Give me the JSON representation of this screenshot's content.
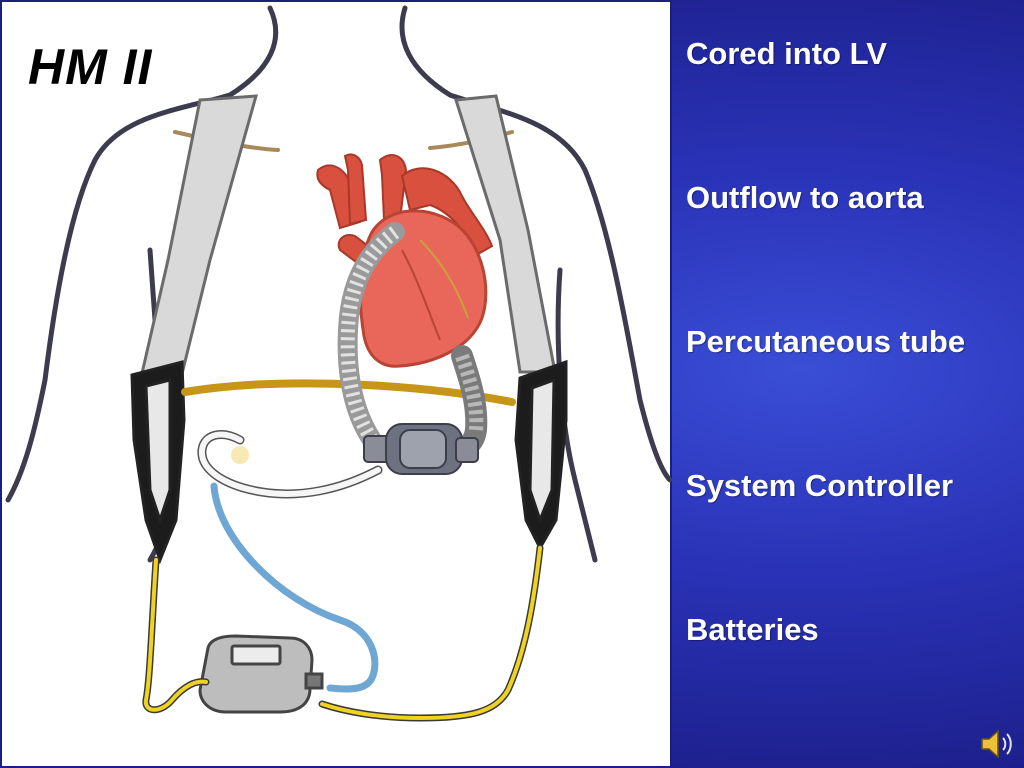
{
  "slide": {
    "title": "HM II",
    "bullets": [
      "Cored into LV",
      "Outflow to aorta",
      "Percutaneous tube",
      "System Controller",
      "Batteries"
    ]
  },
  "illustration": {
    "subject": "torso-with-heartmate-ii-lvad",
    "parts": [
      "heart",
      "lv-inflow-cannula",
      "aortic-outflow-graft",
      "pump",
      "percutaneous-driveline",
      "system-controller",
      "shoulder-straps",
      "battery-holsters",
      "battery-cables"
    ]
  },
  "icons": {
    "audio": "speaker-icon"
  },
  "colors": {
    "background": "#2a33b8",
    "bullet_text": "#ffffff",
    "heart": "#e9675a",
    "vessels": "#d9503e",
    "battery_cable": "#f0d320",
    "driveline": "#7fb0d8",
    "outline": "#3a3a4a"
  }
}
